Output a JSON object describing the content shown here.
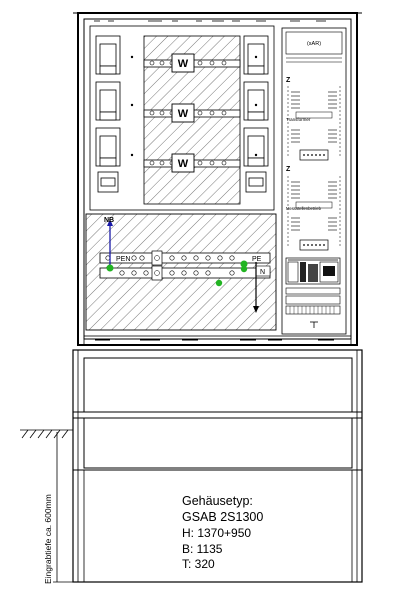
{
  "labels": {
    "fuse_letter": "W",
    "nb": "NB",
    "pen": "PEN",
    "pe": "PE",
    "n": "N",
    "z": "Z",
    "sar": "(sAR)",
    "meter_panel_upper": "Transformer",
    "meter_panel_lower": "Messstellenbetrieb",
    "installation_depth": "Eingrabtiefe ca. 600mm"
  },
  "spec": {
    "title": "Gehäusetyp:",
    "model": "GSAB 2S1300",
    "height": "H: 1370+950",
    "width": "B: 1135",
    "depth": "T: 320"
  },
  "colors": {
    "line": "#000000",
    "hatch": "#555555",
    "nb_arrow": "#1a1aa8",
    "terminal_green": "#22b422"
  }
}
